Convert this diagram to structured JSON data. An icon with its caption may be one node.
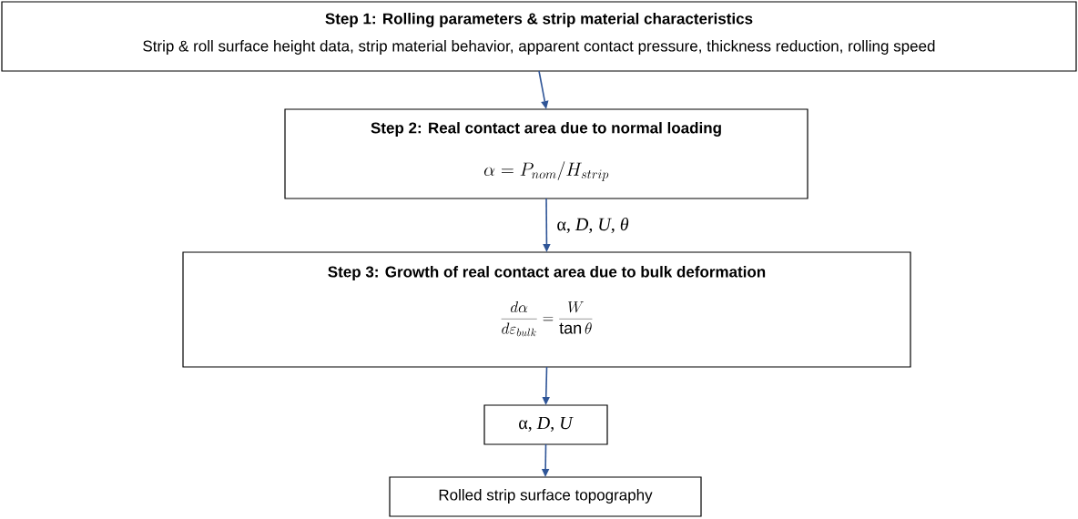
{
  "diagram": {
    "nodes": [
      {
        "text": [
          "Step 1: Rolling parameters & strip material characteristics",
          "Strip & roll surface height data, strip material behavior, apparent contact pressure, thickness reduction, rolling speed"
        ]
      },
      {
        "text": [
          "Step 2: Real contact area due to normal loading",
          "\\alpha = P_{nom}/H_{strip}"
        ]
      },
      {
        "text": [
          "Step 3: Growth of real contact area due to bulk deformation",
          "\\frac{d\\alpha}{d\\varepsilon_{bulk}} = \\frac{W}{\\tan\\theta}"
        ]
      },
      {
        "text": [
          "α, *D*, *U*"
        ]
      },
      {
        "text": [
          "Rolled strip surface topography"
        ]
      }
    ],
    "edges": [
      {
        "from": 0,
        "to": 1,
        "arrow": "to"
      },
      {
        "from": 1,
        "to": 2,
        "arrow": "to",
        "label": "α, *D*, *U*, *θ*"
      },
      {
        "from": 2,
        "to": 3,
        "arrow": "to"
      },
      {
        "from": 3,
        "to": 4,
        "arrow": "to"
      }
    ]
  }
}
